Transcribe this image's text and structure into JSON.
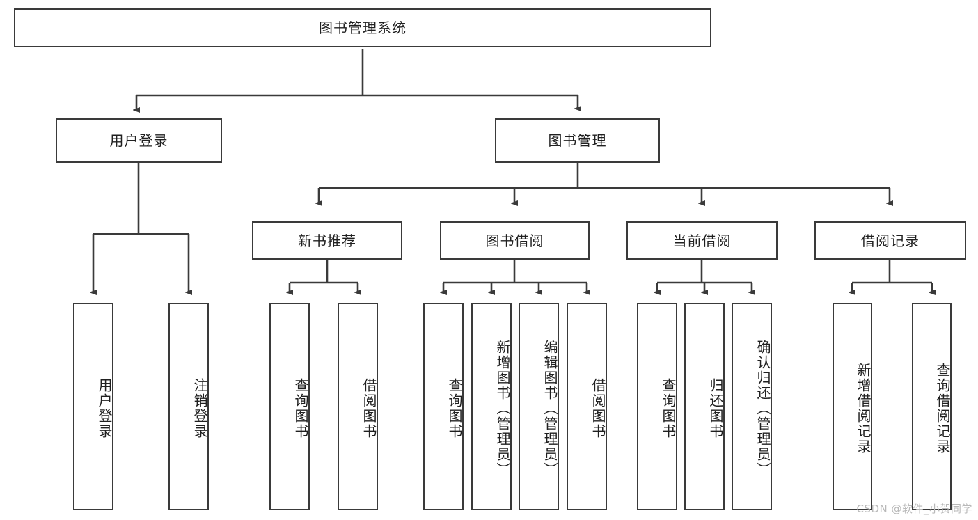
{
  "diagram": {
    "title": "图书管理系统",
    "root": {
      "label": "图书管理系统"
    },
    "level1": [
      {
        "label": "用户登录"
      },
      {
        "label": "图书管理"
      }
    ],
    "level2": [
      {
        "label": "新书推荐"
      },
      {
        "label": "图书借阅"
      },
      {
        "label": "当前借阅"
      },
      {
        "label": "借阅记录"
      }
    ],
    "leaves": {
      "user_login": [
        {
          "label": "用户登录"
        },
        {
          "label": "注销登录"
        }
      ],
      "new_book_recommend": [
        {
          "label": "查询图书"
        },
        {
          "label": "借阅图书"
        }
      ],
      "book_borrow": [
        {
          "label": "查询图书"
        },
        {
          "label": "新增图书（管理员）"
        },
        {
          "label": "编辑图书（管理员）"
        },
        {
          "label": "借阅图书"
        }
      ],
      "current_borrow": [
        {
          "label": "查询图书"
        },
        {
          "label": "归还图书"
        },
        {
          "label": "确认归还（管理员）"
        }
      ],
      "borrow_record": [
        {
          "label": "新增借阅记录"
        },
        {
          "label": "查询借阅记录"
        }
      ]
    },
    "watermark": "CSDN @软件_小贺同学",
    "colors": {
      "stroke": "#3a3a3a",
      "fill": "#ffffff",
      "text": "#202020",
      "watermark": "#b9b9b9"
    }
  }
}
